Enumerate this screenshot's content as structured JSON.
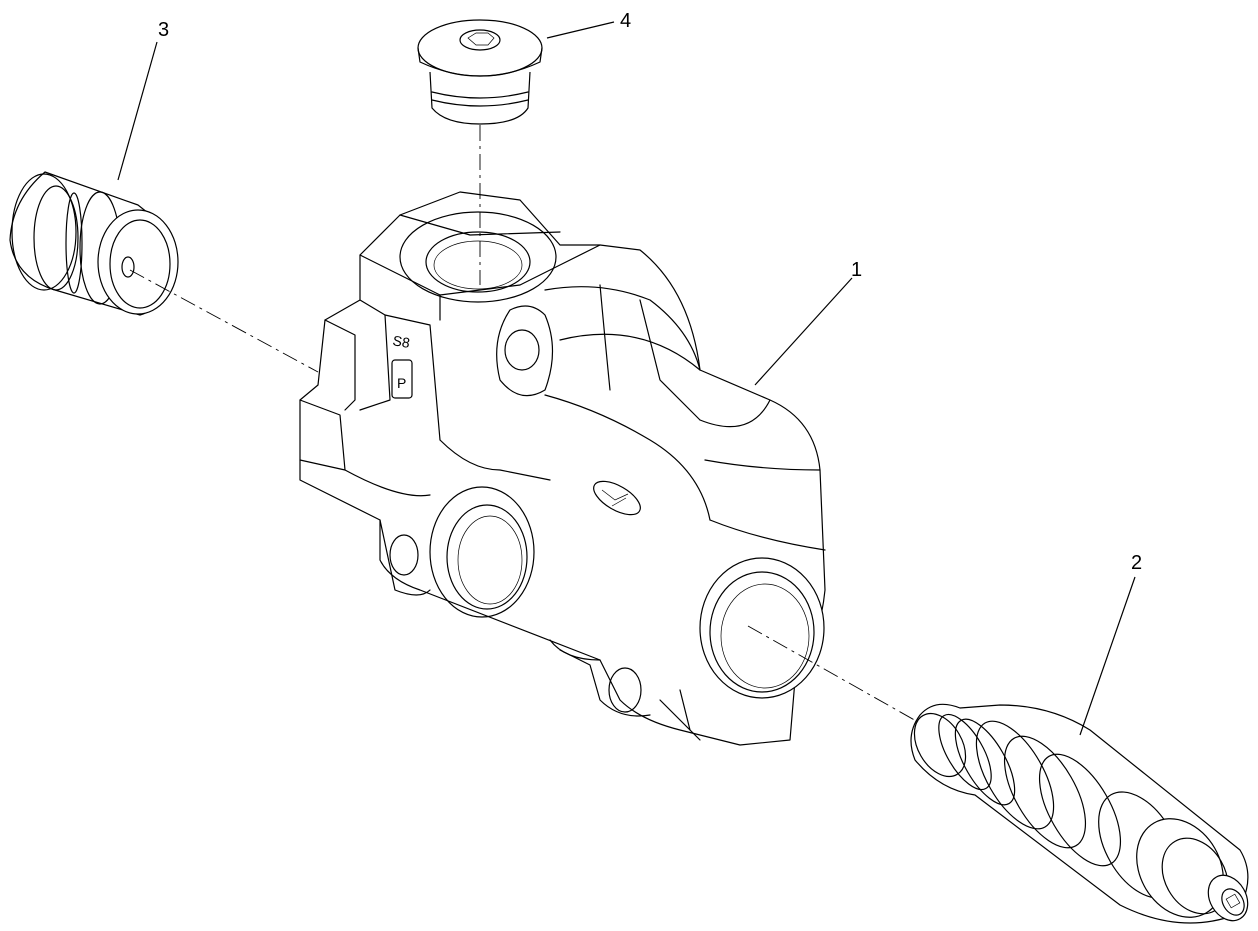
{
  "diagram": {
    "callouts": [
      {
        "id": "1",
        "label": "1"
      },
      {
        "id": "2",
        "label": "2"
      },
      {
        "id": "3",
        "label": "3"
      },
      {
        "id": "4",
        "label": "4"
      }
    ],
    "body_markings": [
      "S8",
      "P"
    ]
  }
}
